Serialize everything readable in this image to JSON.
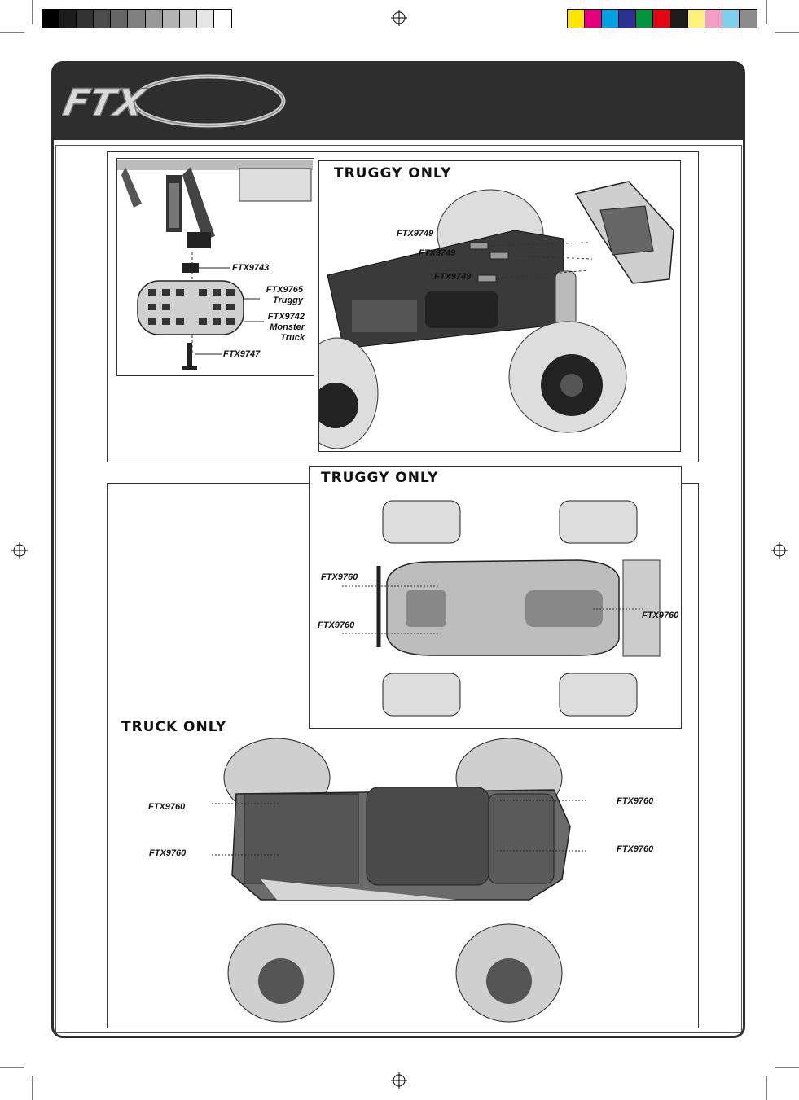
{
  "registration": {
    "gray_swatches": [
      "#000000",
      "#1c1c1c",
      "#333333",
      "#4d4d4d",
      "#666666",
      "#808080",
      "#999999",
      "#b3b3b3",
      "#cccccc",
      "#e6e6e6",
      "#ffffff"
    ],
    "color_swatches": [
      "#ffe600",
      "#e6007e",
      "#00a0e3",
      "#2e3192",
      "#009640",
      "#e30613",
      "#1d1d1b",
      "#fff17a",
      "#f29fc5",
      "#7fcfee",
      "#8c8c8c"
    ]
  },
  "header": {
    "logo_text": "FTX",
    "band_color": "#2e2e2e"
  },
  "panel1": {
    "labels": {
      "hub": "FTX9743",
      "wheel_truggy_code": "FTX9765",
      "wheel_truggy_name": "Truggy",
      "wheel_monster_code": "FTX9742",
      "wheel_monster_name1": "Monster",
      "wheel_monster_name2": "Truck",
      "wheel_nut": "FTX9747"
    }
  },
  "panel2": {
    "title": "TRUGGY ONLY",
    "labels": [
      "FTX9749",
      "FTX9749",
      "FTX9749"
    ]
  },
  "panel3": {
    "title": "TRUGGY ONLY",
    "labels": [
      "FTX9760",
      "FTX9760",
      "FTX9760"
    ]
  },
  "panel4": {
    "title": "TRUCK ONLY",
    "labels": [
      "FTX9760",
      "FTX9760",
      "FTX9760",
      "FTX9760"
    ]
  }
}
